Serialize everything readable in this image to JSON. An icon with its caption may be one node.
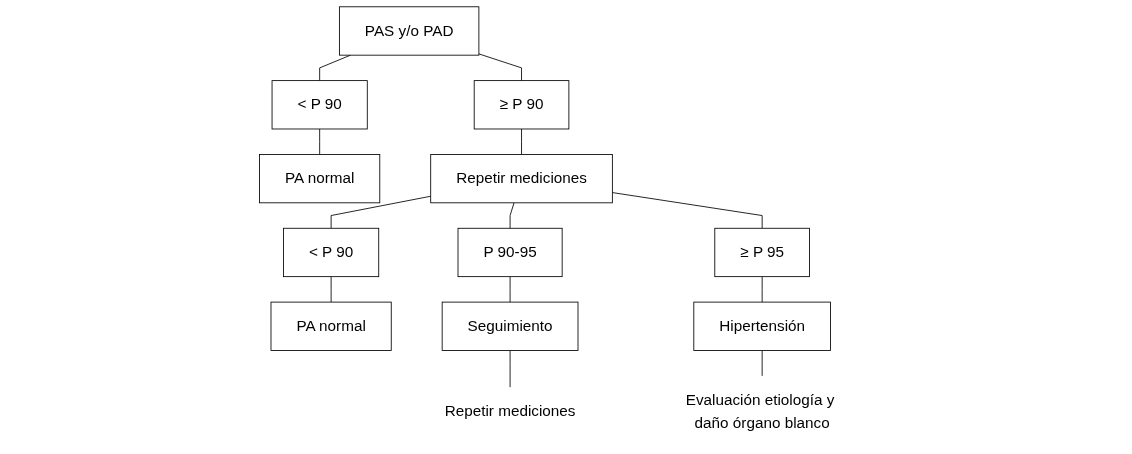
{
  "diagram": {
    "nodes": [
      {
        "text": [
          "PAS y/o PAD"
        ]
      },
      {
        "text": [
          "< P 90"
        ]
      },
      {
        "text": [
          "≥ P 90"
        ]
      },
      {
        "text": [
          "PA normal"
        ]
      },
      {
        "text": [
          "Repetir mediciones"
        ]
      },
      {
        "text": [
          "< P 90"
        ]
      },
      {
        "text": [
          "P 90-95"
        ]
      },
      {
        "text": [
          "≥ P 95"
        ]
      },
      {
        "text": [
          "PA normal"
        ]
      },
      {
        "text": [
          "Seguimiento"
        ]
      },
      {
        "text": [
          "Hipertensión"
        ]
      },
      {
        "text": [
          "Repetir mediciones"
        ]
      },
      {
        "text": [
          "Evaluación etiología y daño órgano blanco"
        ]
      }
    ],
    "edges": [
      {
        "from": 0,
        "to": 1,
        "arrow": "none"
      },
      {
        "from": 0,
        "to": 2,
        "arrow": "none"
      },
      {
        "from": 1,
        "to": 3,
        "arrow": "none"
      },
      {
        "from": 2,
        "to": 4,
        "arrow": "none"
      },
      {
        "from": 4,
        "to": 5,
        "arrow": "none"
      },
      {
        "from": 4,
        "to": 6,
        "arrow": "none"
      },
      {
        "from": 4,
        "to": 7,
        "arrow": "none"
      },
      {
        "from": 5,
        "to": 8,
        "arrow": "none"
      },
      {
        "from": 6,
        "to": 9,
        "arrow": "none"
      },
      {
        "from": 7,
        "to": 10,
        "arrow": "none"
      },
      {
        "from": 9,
        "to": 11,
        "arrow": "none"
      },
      {
        "from": 10,
        "to": 12,
        "arrow": "none"
      }
    ]
  }
}
